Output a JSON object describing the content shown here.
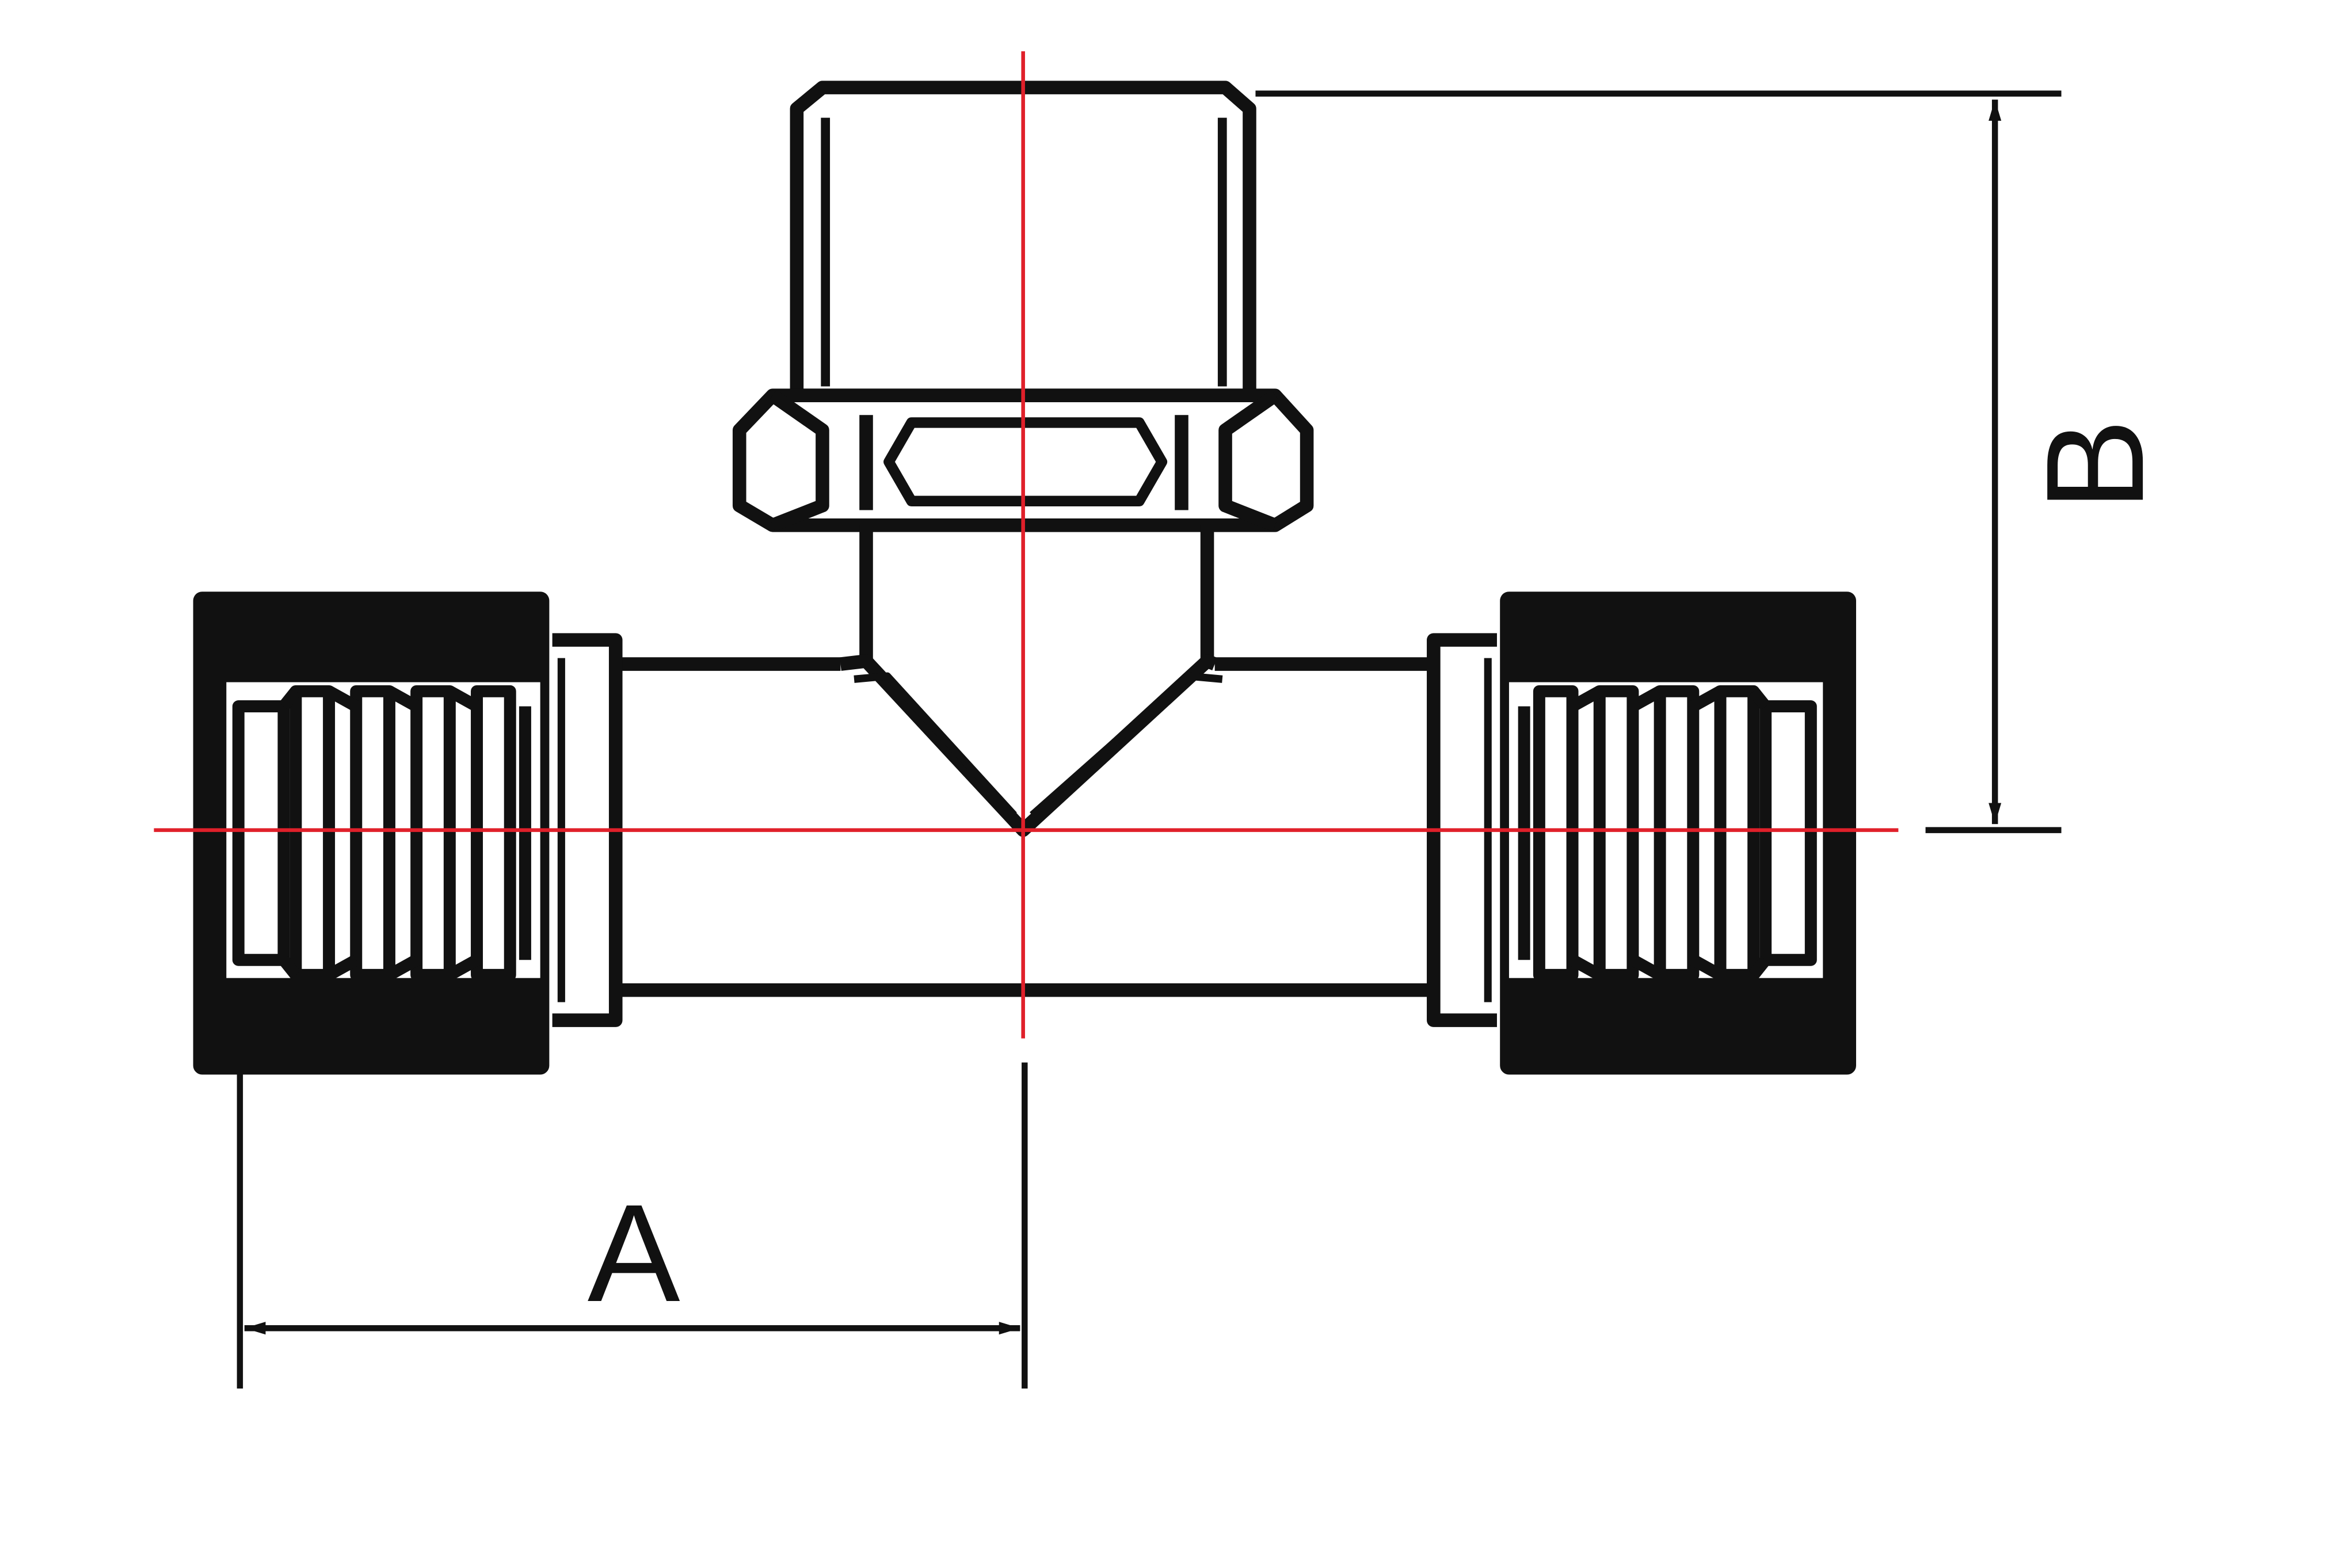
{
  "drawing": {
    "description_labels": {
      "dimension_a": "A",
      "dimension_b": "B"
    },
    "colors": {
      "outline": "#111111",
      "centerline": "#e0202a",
      "background": "#ffffff"
    },
    "components": [
      "male-threaded-branch",
      "hex-nut",
      "tee-body",
      "left-compression-nut",
      "right-compression-nut"
    ]
  }
}
